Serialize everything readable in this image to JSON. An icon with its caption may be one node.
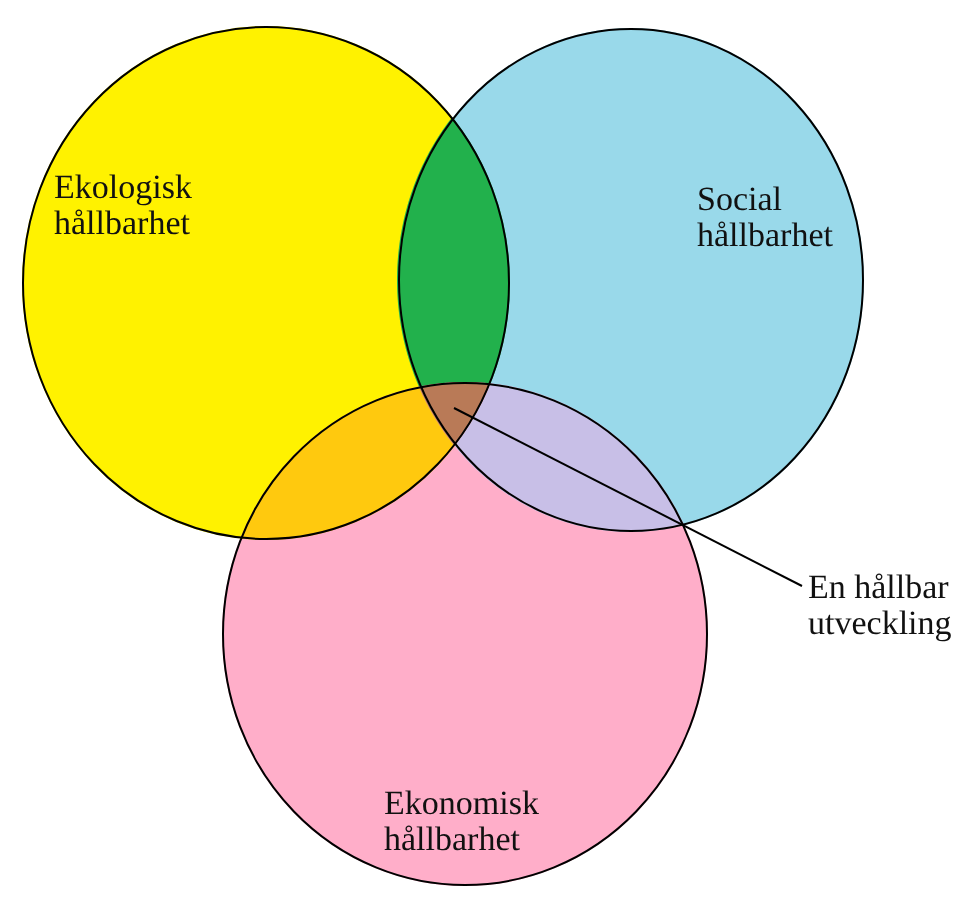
{
  "diagram": {
    "nodes": [
      {
        "text": [
          "Ekologisk hållbarhet"
        ]
      },
      {
        "text": [
          "Social hållbarhet"
        ]
      },
      {
        "text": [
          "Ekonomisk hållbarhet"
        ]
      },
      {
        "text": [],
        "shape": "lens"
      },
      {
        "text": [],
        "shape": "lens"
      },
      {
        "text": [],
        "shape": "triangle"
      },
      {
        "text": [],
        "shape": "lens"
      },
      {
        "text": [
          "En hållbar utveckling"
        ]
      }
    ],
    "edges": [
      {
        "from": 7,
        "to": 5,
        "arrow": "none"
      }
    ]
  }
}
